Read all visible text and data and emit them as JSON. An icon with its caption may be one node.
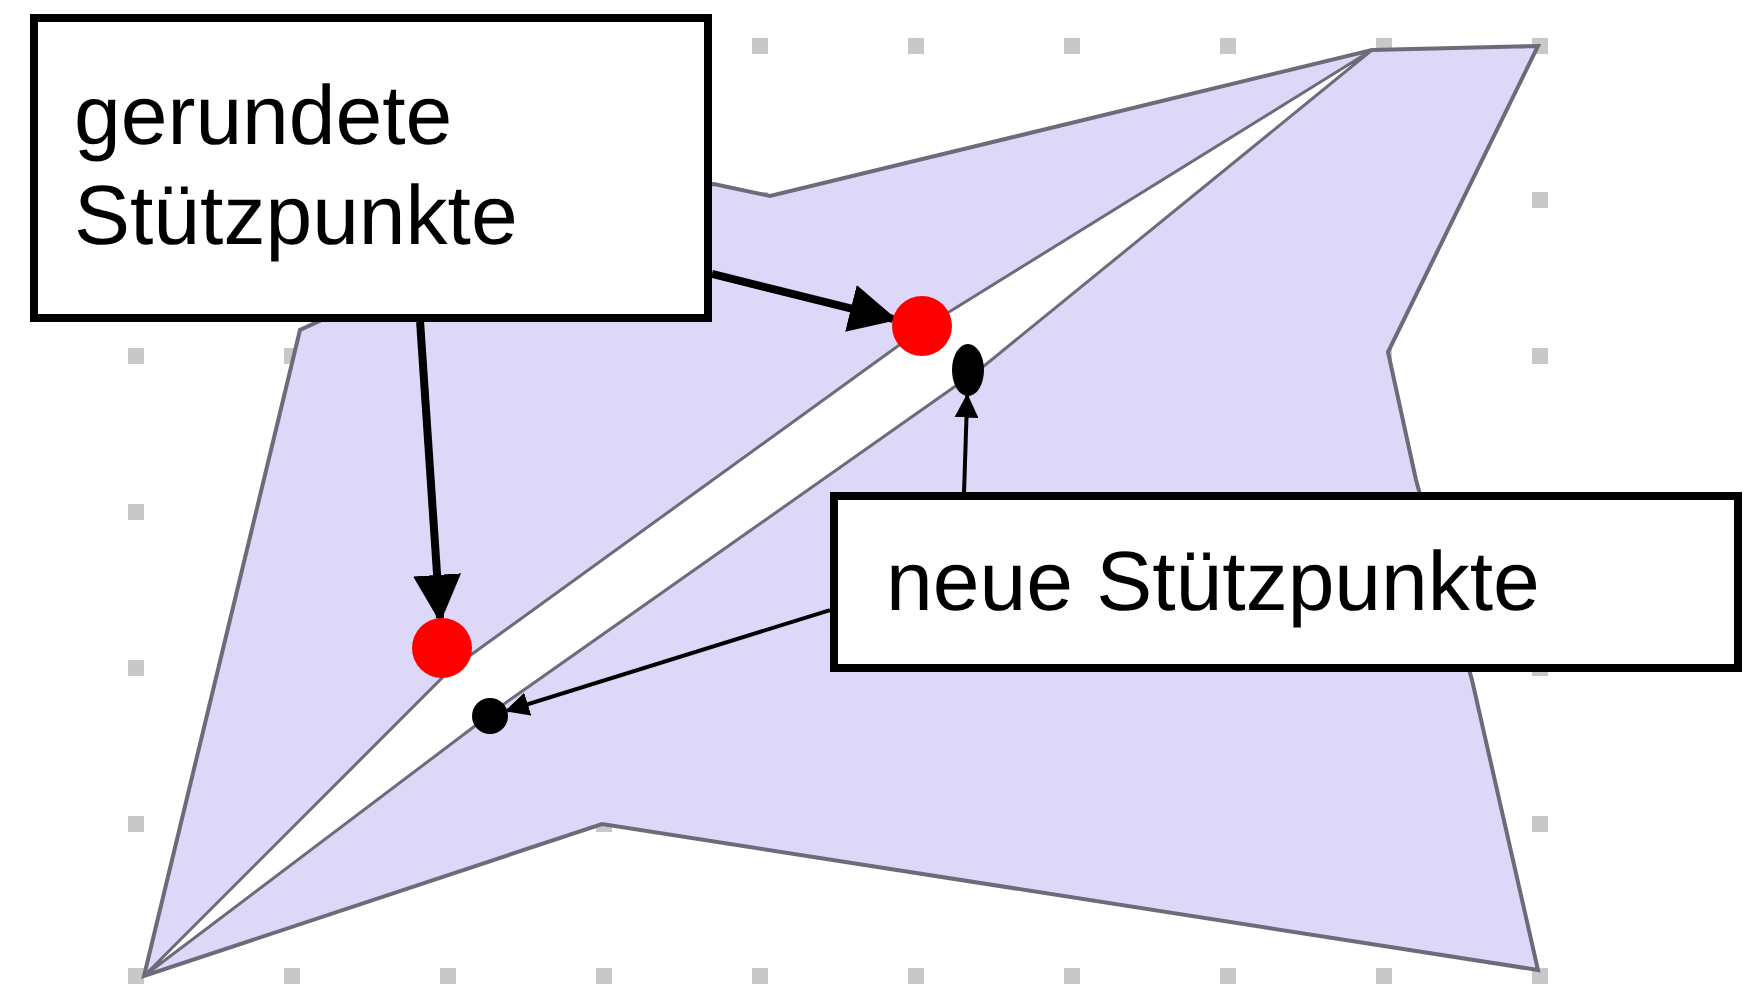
{
  "diagram": {
    "nodes": [
      {
        "text": [
          "gerundete Stützpunkte"
        ]
      },
      {
        "text": [],
        "shape": "circle"
      },
      {
        "text": [],
        "shape": "circle"
      },
      {
        "text": [
          "neue Stützpunkte"
        ]
      },
      {
        "text": [],
        "shape": "circle"
      },
      {
        "text": [],
        "shape": "circle"
      }
    ],
    "edges": [
      {
        "from": 0,
        "to": 1,
        "arrow": "to",
        "style": "thick"
      },
      {
        "from": 0,
        "to": 2,
        "arrow": "to",
        "style": "thick"
      },
      {
        "from": 3,
        "to": 4,
        "arrow": "to"
      },
      {
        "from": 3,
        "to": 5,
        "arrow": "to"
      }
    ]
  }
}
